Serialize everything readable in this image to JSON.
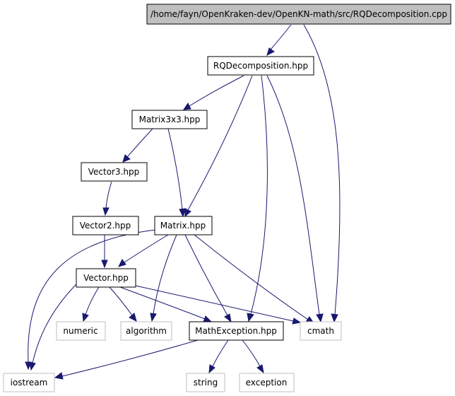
{
  "diagram": {
    "edge_color": "#191970",
    "root_fill": "#bfbfbf",
    "system_border": "#bfbfbf",
    "nodes": {
      "root": "/home/fayn/OpenKraken-dev/OpenKN-math/src/RQDecomposition.cpp",
      "rqdecomposition": "RQDecomposition.hpp",
      "matrix3x3": "Matrix3x3.hpp",
      "vector3": "Vector3.hpp",
      "vector2": "Vector2.hpp",
      "matrix": "Matrix.hpp",
      "vector": "Vector.hpp",
      "numeric": "numeric",
      "algorithm": "algorithm",
      "mathexception": "MathException.hpp",
      "cmath": "cmath",
      "iostream": "iostream",
      "string": "string",
      "exception": "exception"
    }
  }
}
